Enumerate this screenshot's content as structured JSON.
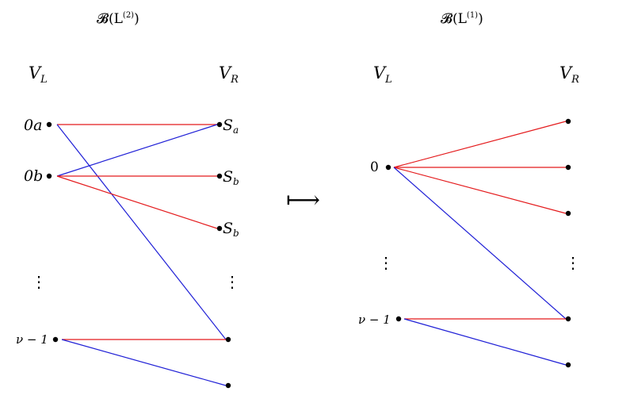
{
  "colors": {
    "red": "#e41a1c",
    "blue": "#1f1fd6",
    "black": "#000000"
  },
  "arrow_symbol": "⟼",
  "left_graph": {
    "title": {
      "base": "𝓑(L",
      "sup": "(2)",
      "close": ")"
    },
    "left_header": {
      "base": "V",
      "sub": "L"
    },
    "right_header": {
      "base": "V",
      "sub": "R"
    },
    "left_nodes": [
      {
        "id": "0a",
        "label": "0a"
      },
      {
        "id": "0b",
        "label": "0b"
      },
      {
        "id": "vm1",
        "label": "ν − 1"
      }
    ],
    "right_nodes": [
      {
        "id": "Sa",
        "base": "S",
        "sub": "a"
      },
      {
        "id": "Sb1",
        "base": "S",
        "sub": "b"
      },
      {
        "id": "Sb2",
        "base": "S",
        "sub": "b"
      },
      {
        "id": "r4",
        "base": "",
        "sub": ""
      },
      {
        "id": "r5",
        "base": "",
        "sub": ""
      }
    ],
    "ellipsis": "⋮",
    "edges": [
      {
        "from": "0a",
        "to": "Sa",
        "color": "red"
      },
      {
        "from": "0a",
        "to": "r4",
        "color": "blue"
      },
      {
        "from": "0b",
        "to": "Sa",
        "color": "blue"
      },
      {
        "from": "0b",
        "to": "Sb1",
        "color": "red"
      },
      {
        "from": "0b",
        "to": "Sb2",
        "color": "red"
      },
      {
        "from": "vm1",
        "to": "r4",
        "color": "red"
      },
      {
        "from": "vm1",
        "to": "r5",
        "color": "blue"
      }
    ]
  },
  "right_graph": {
    "title": {
      "base": "𝓑(L",
      "sup": "(1)",
      "close": ")"
    },
    "left_header": {
      "base": "V",
      "sub": "L"
    },
    "right_header": {
      "base": "V",
      "sub": "R"
    },
    "left_nodes": [
      {
        "id": "0",
        "label": "0"
      },
      {
        "id": "vm1",
        "label": "ν − 1"
      }
    ],
    "right_nodes": [
      {
        "id": "q1"
      },
      {
        "id": "q2"
      },
      {
        "id": "q3"
      },
      {
        "id": "q4"
      },
      {
        "id": "q5"
      }
    ],
    "ellipsis": "⋮",
    "edges": [
      {
        "from": "0",
        "to": "q1",
        "color": "red"
      },
      {
        "from": "0",
        "to": "q2",
        "color": "red"
      },
      {
        "from": "0",
        "to": "q3",
        "color": "red"
      },
      {
        "from": "0",
        "to": "q4",
        "color": "blue"
      },
      {
        "from": "vm1",
        "to": "q4",
        "color": "red"
      },
      {
        "from": "vm1",
        "to": "q5",
        "color": "blue"
      }
    ]
  }
}
